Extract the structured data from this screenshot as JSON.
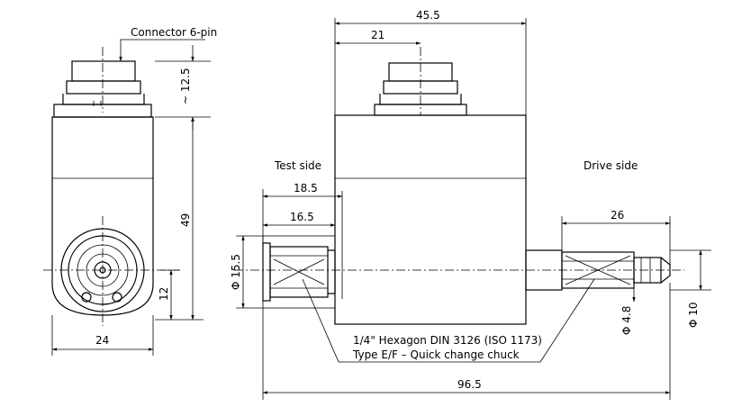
{
  "labels": {
    "connector": "Connector 6-pin",
    "test_side": "Test side",
    "drive_side": "Drive side",
    "hexagon_line1": "1/4\" Hexagon DIN 3126 (ISO 1173)",
    "hexagon_line2": "Type E/F – Quick change chuck"
  },
  "dimensions": {
    "total_width": "45.5",
    "connector_offset": "21",
    "connector_height": "~ 12.5",
    "body_height": "49",
    "lower_height": "12",
    "side_width": "24",
    "test_len_outer": "18.5",
    "test_len_inner": "16.5",
    "drive_len": "26",
    "test_dia": "Φ 15.5",
    "drive_dia_inner": "Φ 4.8",
    "drive_dia_outer": "Φ 10",
    "overall_len": "96.5"
  }
}
